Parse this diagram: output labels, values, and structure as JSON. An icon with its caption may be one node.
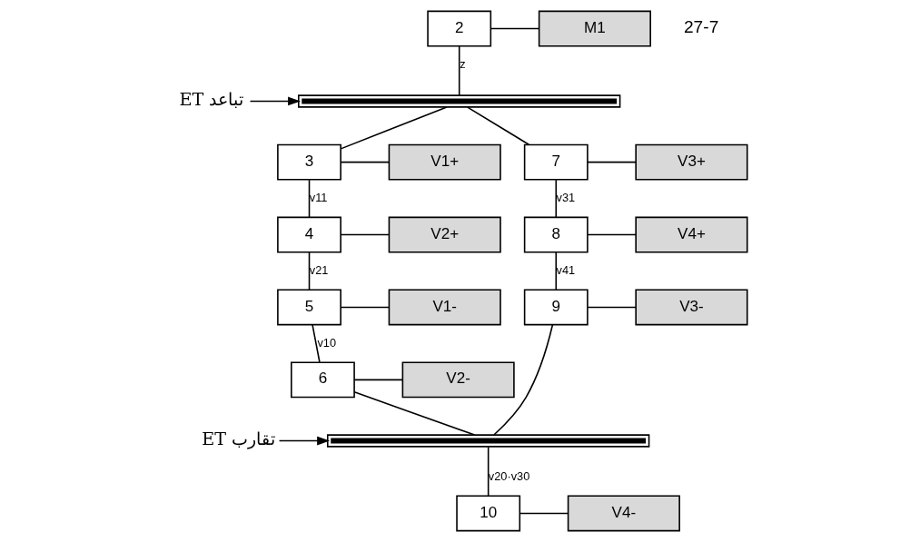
{
  "diagram": {
    "nodes": [
      {
        "text": [
          "ET تباعد"
        ]
      },
      {
        "text": [
          "2"
        ]
      },
      {
        "text": [
          "M1"
        ]
      },
      {
        "text": [],
        "shape": "bar"
      },
      {
        "text": [
          "3"
        ]
      },
      {
        "text": [
          "V1+"
        ]
      },
      {
        "text": [
          "7"
        ]
      },
      {
        "text": [
          "V3+"
        ]
      },
      {
        "text": [
          "4"
        ]
      },
      {
        "text": [
          "V2+"
        ]
      },
      {
        "text": [
          "8"
        ]
      },
      {
        "text": [
          "V4+"
        ]
      },
      {
        "text": [
          "5"
        ]
      },
      {
        "text": [
          "V1-"
        ]
      },
      {
        "text": [
          "9"
        ]
      },
      {
        "text": [
          "V3-"
        ]
      },
      {
        "text": [
          "6"
        ]
      },
      {
        "text": [
          "V2-"
        ]
      },
      {
        "text": [
          "ET تقارب"
        ]
      },
      {
        "text": [],
        "shape": "bar"
      },
      {
        "text": [
          "10"
        ]
      },
      {
        "text": [
          "V4-"
        ]
      }
    ],
    "edges": [
      {
        "from": 0,
        "to": 3,
        "arrow": "to"
      },
      {
        "from": 1,
        "to": 2,
        "arrow": "none"
      },
      {
        "from": 1,
        "to": 3,
        "arrow": "none",
        "label": "z"
      },
      {
        "from": 3,
        "to": 4,
        "arrow": "none"
      },
      {
        "from": 3,
        "to": 6,
        "arrow": "none"
      },
      {
        "from": 4,
        "to": 5,
        "arrow": "none"
      },
      {
        "from": 6,
        "to": 7,
        "arrow": "none"
      },
      {
        "from": 4,
        "to": 8,
        "arrow": "none",
        "label": "v11"
      },
      {
        "from": 6,
        "to": 10,
        "arrow": "none",
        "label": "v31"
      },
      {
        "from": 8,
        "to": 9,
        "arrow": "none"
      },
      {
        "from": 10,
        "to": 11,
        "arrow": "none"
      },
      {
        "from": 8,
        "to": 12,
        "arrow": "none",
        "label": "v21"
      },
      {
        "from": 10,
        "to": 14,
        "arrow": "none",
        "label": "v41"
      },
      {
        "from": 12,
        "to": 13,
        "arrow": "none"
      },
      {
        "from": 14,
        "to": 15,
        "arrow": "none"
      },
      {
        "from": 12,
        "to": 16,
        "arrow": "none",
        "label": "v10"
      },
      {
        "from": 16,
        "to": 17,
        "arrow": "none"
      },
      {
        "from": 16,
        "to": 19,
        "arrow": "none"
      },
      {
        "from": 14,
        "to": 19,
        "arrow": "none"
      },
      {
        "from": 18,
        "to": 19,
        "arrow": "to"
      },
      {
        "from": 19,
        "to": 20,
        "arrow": "none",
        "label": "v20·v30"
      },
      {
        "from": 20,
        "to": 21,
        "arrow": "none"
      }
    ],
    "labels": [
      "27-7"
    ]
  }
}
